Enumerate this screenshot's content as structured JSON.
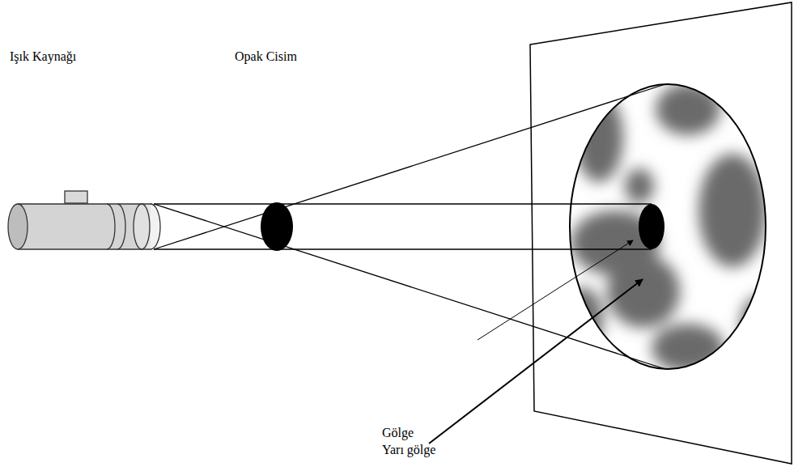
{
  "diagram": {
    "labels": [
      "Işık Kaynağı",
      "Opak Cisim",
      "Gölge",
      "Yarı gölge"
    ]
  }
}
